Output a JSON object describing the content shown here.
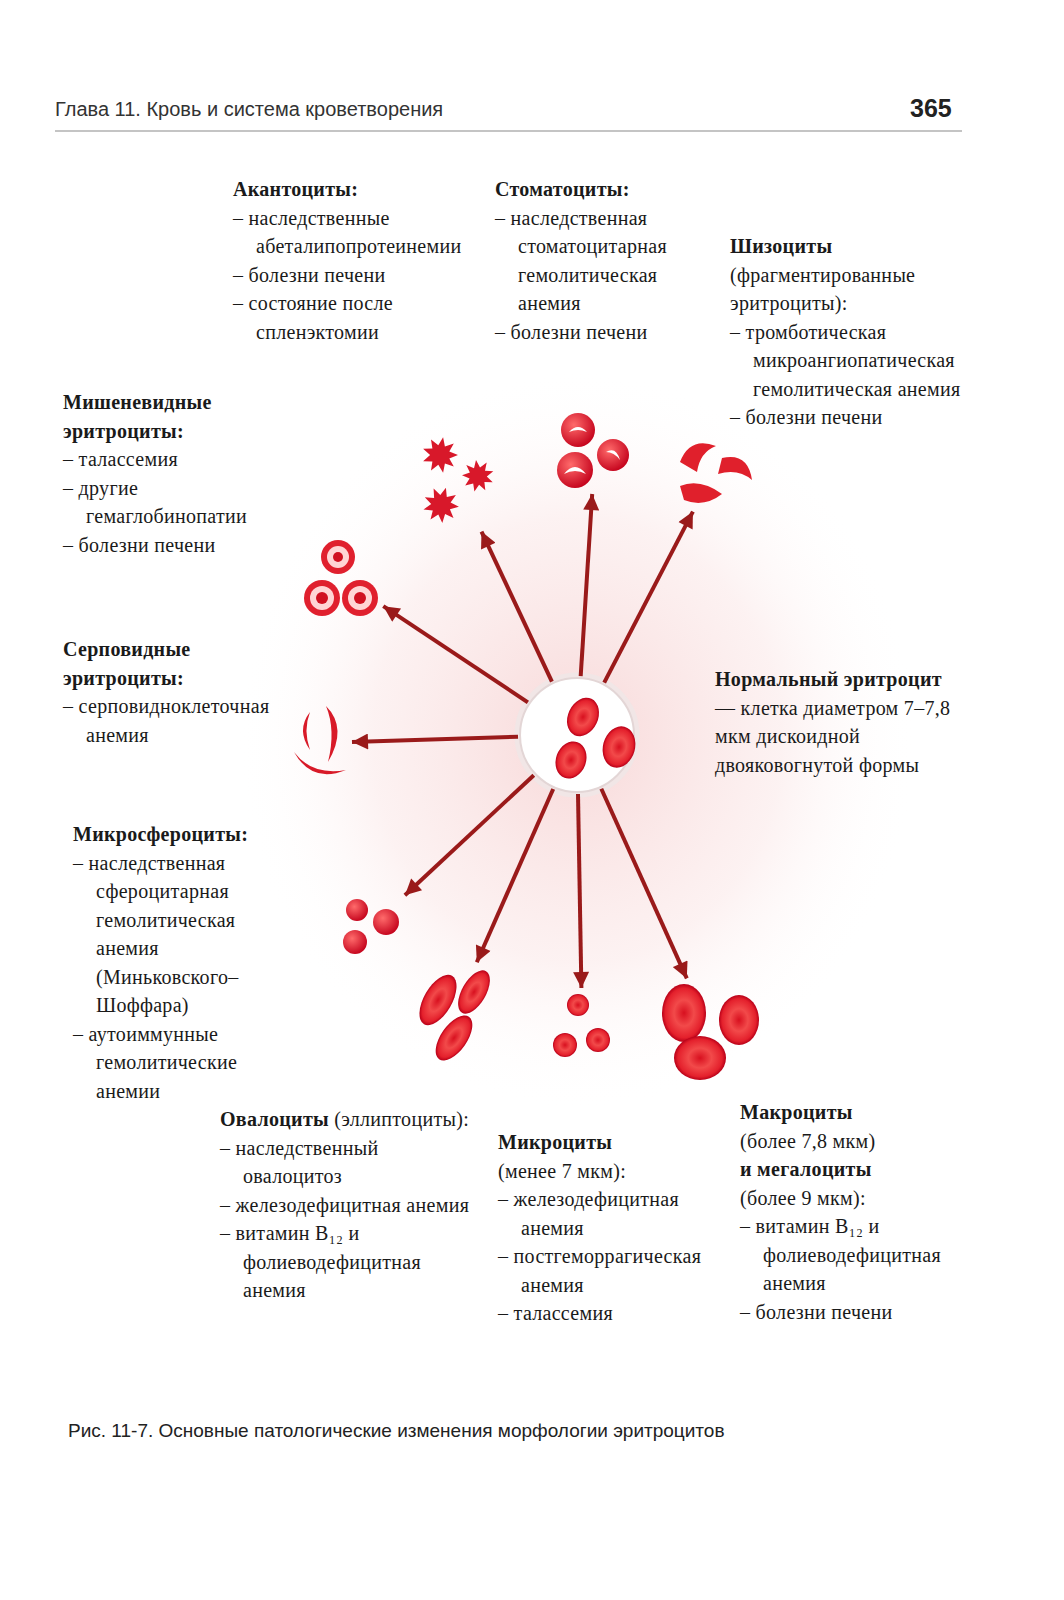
{
  "diagram": {
    "caption": "Рис. 11-7. Основные патологические изменения морфологии эритроцитов",
    "nodes": [
      {
        "text": [
          "Акантоциты:",
          "– наследственные абеталипопротеинемии",
          "– болезни печени",
          "– состояние после спленэктомии"
        ]
      },
      {
        "text": [
          "Стоматоциты:",
          "– наследственная стоматоцитарная гемолитическая анемия",
          "– болезни печени"
        ]
      },
      {
        "text": [
          "Шизоциты",
          "(фрагментированные эритроциты):",
          "– тромботическая микроангиопатическая гемолитическая анемия",
          "– болезни печени"
        ]
      },
      {
        "text": [
          "Мишеневидные эритроциты:",
          "– талассемия",
          "– другие гемаглобинопатии",
          "– болезни печени"
        ]
      },
      {
        "text": [
          "Серповидные эритроциты:",
          "– серповидноклеточная анемия"
        ]
      },
      {
        "text": [
          "Нормальный эритроцит",
          "— клетка диаметром 7–7,8 мкм дискоидной двояковогнутой формы"
        ]
      },
      {
        "text": [
          "Микросфероциты:",
          "– наследственная сфероцитарная гемолитическая анемия (Миньковского–Шоффара)",
          "– аутоиммунные гемолитические анемии"
        ]
      },
      {
        "text": [
          "Овалоциты",
          "(эллиптоциты):",
          "– наследственный овалоцитоз",
          "– железодефицитная анемия",
          "– витамин B₁₂ и фолиеводефицитная анемия"
        ]
      },
      {
        "text": [
          "Микроциты",
          "(менее 7 мкм):",
          "– железодефицитная анемия",
          "– постгеморрагическая анемия",
          "– талассемия"
        ]
      },
      {
        "text": [
          "Макроциты",
          "(более 7,8 мкм)",
          "и мегалоциты",
          "(более 9 мкм):",
          "– витамин B₁₂ и фолиеводефицитная анемия",
          "– болезни печени"
        ]
      }
    ],
    "edges": [
      {
        "from": 5,
        "to": 0,
        "arrow": "to"
      },
      {
        "from": 5,
        "to": 1,
        "arrow": "to"
      },
      {
        "from": 5,
        "to": 2,
        "arrow": "to"
      },
      {
        "from": 5,
        "to": 3,
        "arrow": "to"
      },
      {
        "from": 5,
        "to": 4,
        "arrow": "to"
      },
      {
        "from": 5,
        "to": 6,
        "arrow": "to"
      },
      {
        "from": 5,
        "to": 7,
        "arrow": "to"
      },
      {
        "from": 5,
        "to": 8,
        "arrow": "to"
      },
      {
        "from": 5,
        "to": 9,
        "arrow": "to"
      }
    ],
    "labels": [
      "Глава 11. Кровь и система кроветворения",
      "365"
    ]
  }
}
